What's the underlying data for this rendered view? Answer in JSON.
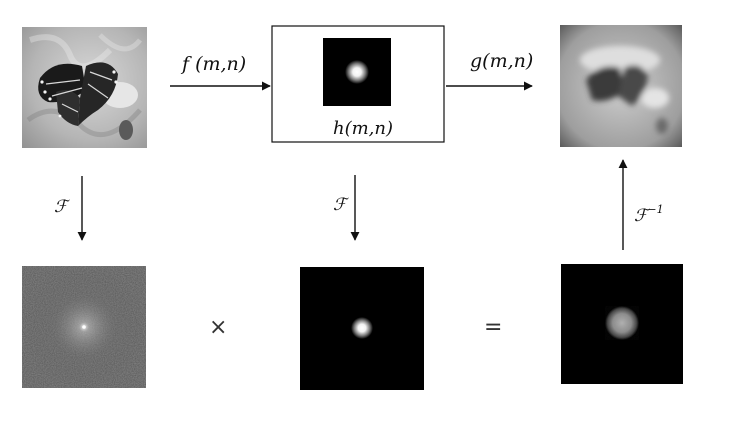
{
  "diagram": {
    "input_label": "f (m,n)",
    "filter_label": "h(m,n)",
    "output_label": "g(m,n)",
    "ft_left_label": "ℱ",
    "ft_middle_label": "ℱ",
    "ift_label_base": "ℱ",
    "ift_label_sup": "−1",
    "multiply_symbol": "×",
    "equals_symbol": "="
  },
  "images": {
    "input": "butterfly-grayscale-photo",
    "output": "blurred-butterfly-photo",
    "input_spectrum": "fourier-spectrum-noise",
    "filter_kernel": "gaussian-lowpass-kernel",
    "filter_spectrum": "gaussian-lowpass-spectrum",
    "product_spectrum": "filtered-spectrum"
  },
  "colors": {
    "line": "#111111",
    "image_black": "#000000"
  }
}
